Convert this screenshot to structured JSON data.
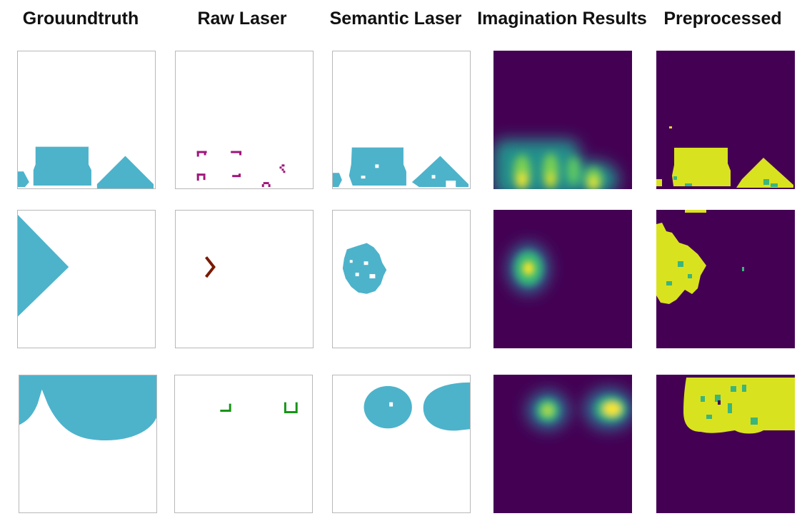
{
  "columns": [
    "Grouundtruth",
    "Raw Laser",
    "Semantic Laser",
    "Imagination Results",
    "Preprocessed"
  ],
  "colors": {
    "occupancy": "#4db3cb",
    "laser_row1": "#a0147a",
    "laser_row2": "#7a1a00",
    "laser_row3": "#179417",
    "heat_background": "#440154",
    "heat_high": "#fde725",
    "preprocessed_fill": "#d9e21f"
  }
}
